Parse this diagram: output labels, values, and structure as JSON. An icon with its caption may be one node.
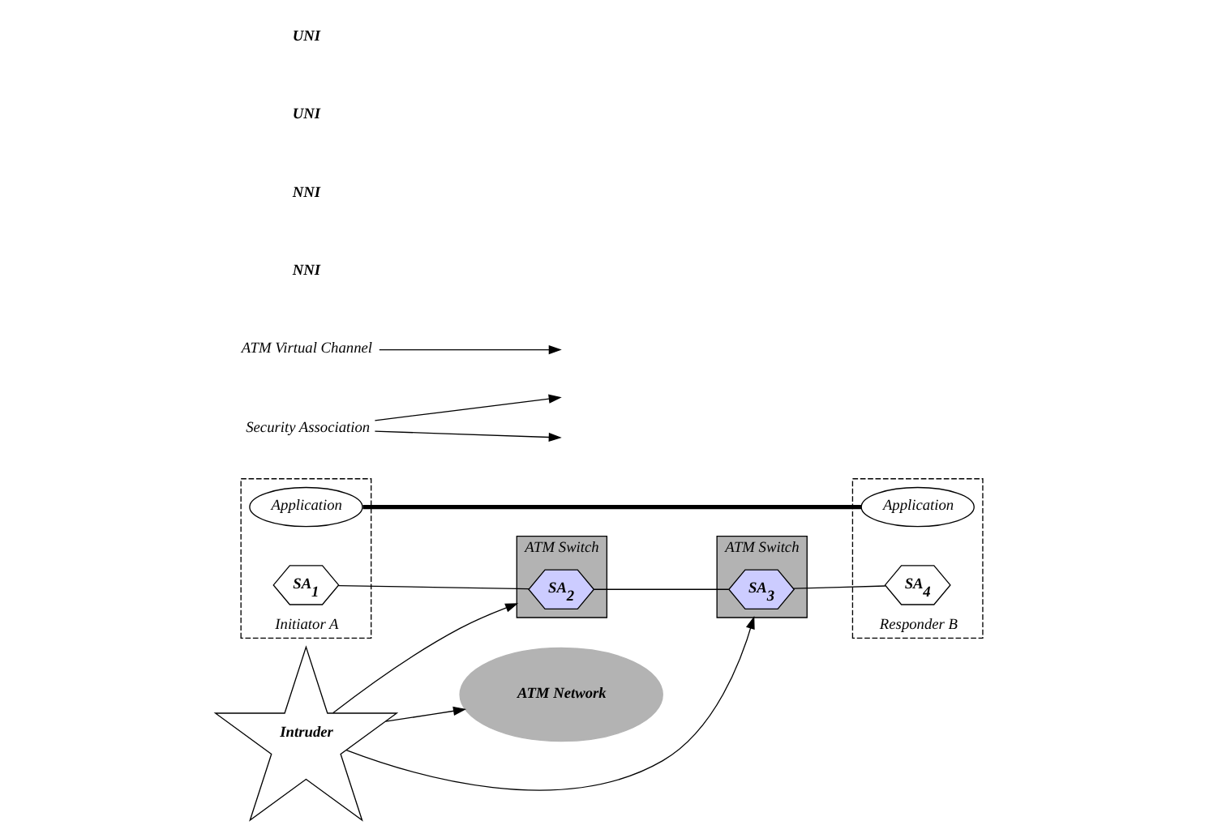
{
  "diagram": {
    "nodes": [
      {
        "text": [
          "ATM Switch"
        ]
      },
      {
        "text": [
          "SA$_{2}$"
        ],
        "in": 0
      },
      {
        "text": [
          "ATM Network"
        ]
      },
      {
        "text": [
          "ATM Switch"
        ]
      },
      {
        "text": [
          "SA$_{3}$"
        ],
        "in": 3
      },
      {
        "text": [
          "Initiator A"
        ]
      },
      {
        "text": [
          "SA$_{1}$"
        ],
        "in": 5
      },
      {
        "text": [
          "Application"
        ],
        "in": 5
      },
      {
        "text": [
          "Responder B"
        ]
      },
      {
        "text": [
          "SA$_{4}$"
        ],
        "in": 8
      },
      {
        "text": [
          "Application"
        ],
        "in": 8
      },
      {
        "text": [
          "Intruder"
        ]
      },
      {
        "text": [
          "Security Association"
        ]
      },
      {
        "text": [
          "ATM Virtual Channel"
        ]
      }
    ],
    "edges": [
      {
        "from": 6,
        "to": 1,
        "arrow": "none"
      },
      {
        "from": 1,
        "to": 4,
        "arrow": "none"
      },
      {
        "from": 4,
        "to": 9,
        "arrow": "none"
      },
      {
        "from": 7,
        "to": 10,
        "arrow": "none",
        "style": "thick"
      },
      {
        "from": 11,
        "to": 0,
        "arrow": "to"
      },
      {
        "from": 11,
        "to": 2,
        "arrow": "to"
      },
      {
        "from": 11,
        "to": 3,
        "arrow": "to"
      },
      {
        "from": 12,
        "to": null,
        "arrow": "to"
      },
      {
        "from": 12,
        "to": null,
        "arrow": "to"
      },
      {
        "from": 13,
        "to": null,
        "arrow": "to"
      }
    ],
    "labels": [
      "NNI",
      "NNI",
      "UNI",
      "UNI"
    ]
  }
}
